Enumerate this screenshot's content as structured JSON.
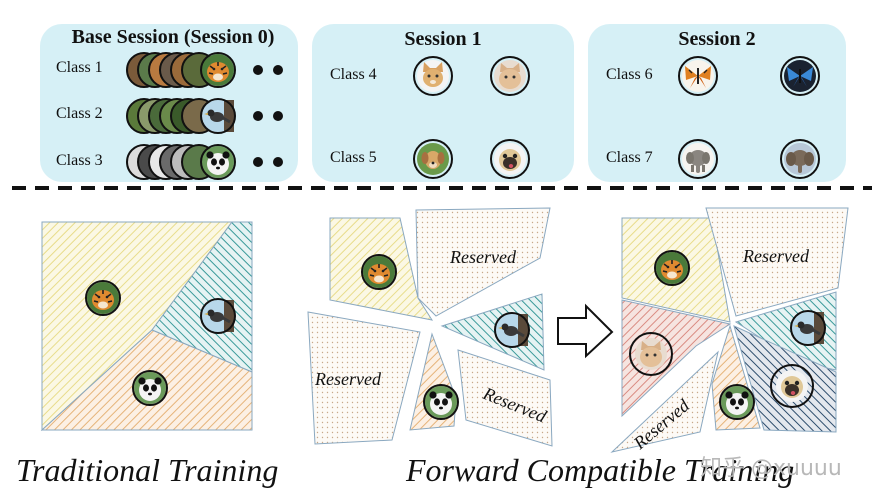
{
  "sessions": {
    "base": {
      "title": "Base Session (Session 0)",
      "classes": [
        "Class 1",
        "Class 2",
        "Class 3"
      ]
    },
    "s1": {
      "title": "Session 1",
      "classes": [
        "Class 4",
        "Class 5"
      ]
    },
    "s2": {
      "title": "Session 2",
      "classes": [
        "Class 6",
        "Class 7"
      ]
    }
  },
  "bottom": {
    "reserved": "Reserved",
    "traditional": "Traditional Training",
    "forward": "Forward Compatible Training"
  },
  "watermark": "知乎 @xuuuu",
  "colors": {
    "panel": "#d6f0f6",
    "yellow_region": "#e8dc8a",
    "teal_region": "#3a9a9a",
    "orange_region": "#e6b47a",
    "red_region": "#d98a80",
    "navy_region": "#2a4a6a",
    "reserved_dots": "#c8a88a",
    "border": "#8aa8c0"
  },
  "icons": {
    "class1": "tiger-icon",
    "class2": "bird-icon",
    "class3": "panda-icon",
    "class4": "cat-icon",
    "class5": "dog-icon",
    "class6": "butterfly-icon",
    "class7": "elephant-icon"
  }
}
